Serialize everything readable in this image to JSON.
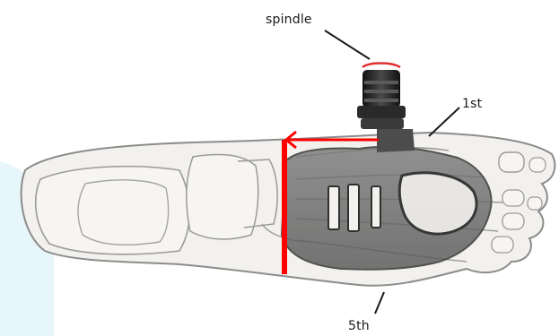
{
  "labels": {
    "spindle": "spindle",
    "first": "1st",
    "fifth": "5th"
  },
  "colors": {
    "bone_fill": "#f3f1ee",
    "bone_stroke": "#8c8c8c",
    "pedal_body": "#6d6d6d",
    "pedal_dark": "#2f2f2f",
    "spindle_dark": "#1e1e1e",
    "marker_red": "#ff0000",
    "backdrop": "#e6f6fb"
  },
  "icons": [
    "foot-skeleton-icon",
    "pedal-icon",
    "spindle-icon",
    "arrow-icon"
  ]
}
